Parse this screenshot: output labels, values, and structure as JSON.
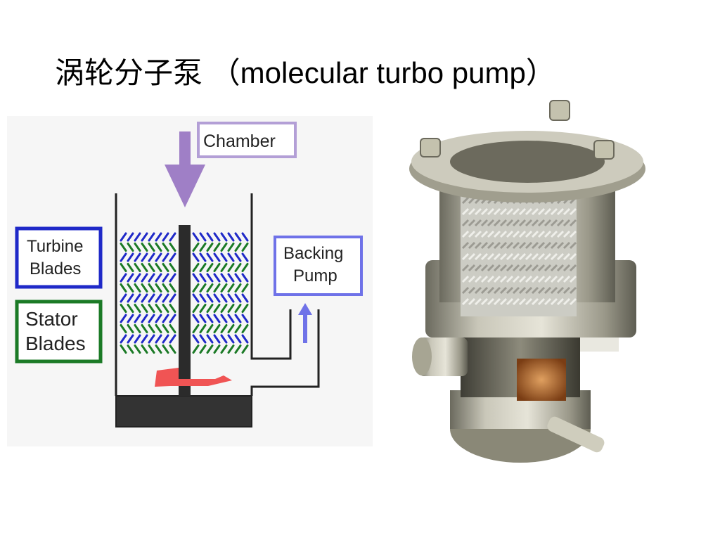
{
  "slide": {
    "title": "涡轮分子泵 （molecular turbo pump）"
  },
  "diagram": {
    "chamber_label": "Chamber",
    "turbine_label": [
      "Turbine",
      "Blades"
    ],
    "stator_label": [
      "Stator",
      "Blades"
    ],
    "backing_label": [
      "Backing",
      "Pump"
    ]
  },
  "colors": {
    "chamber": "#9f7fc6",
    "turbine": "#1f29c8",
    "stator": "#1b7a26",
    "backing": "#6f72e8",
    "rotation_arrow": "#f05454",
    "shaft": "#2b2b2b"
  }
}
